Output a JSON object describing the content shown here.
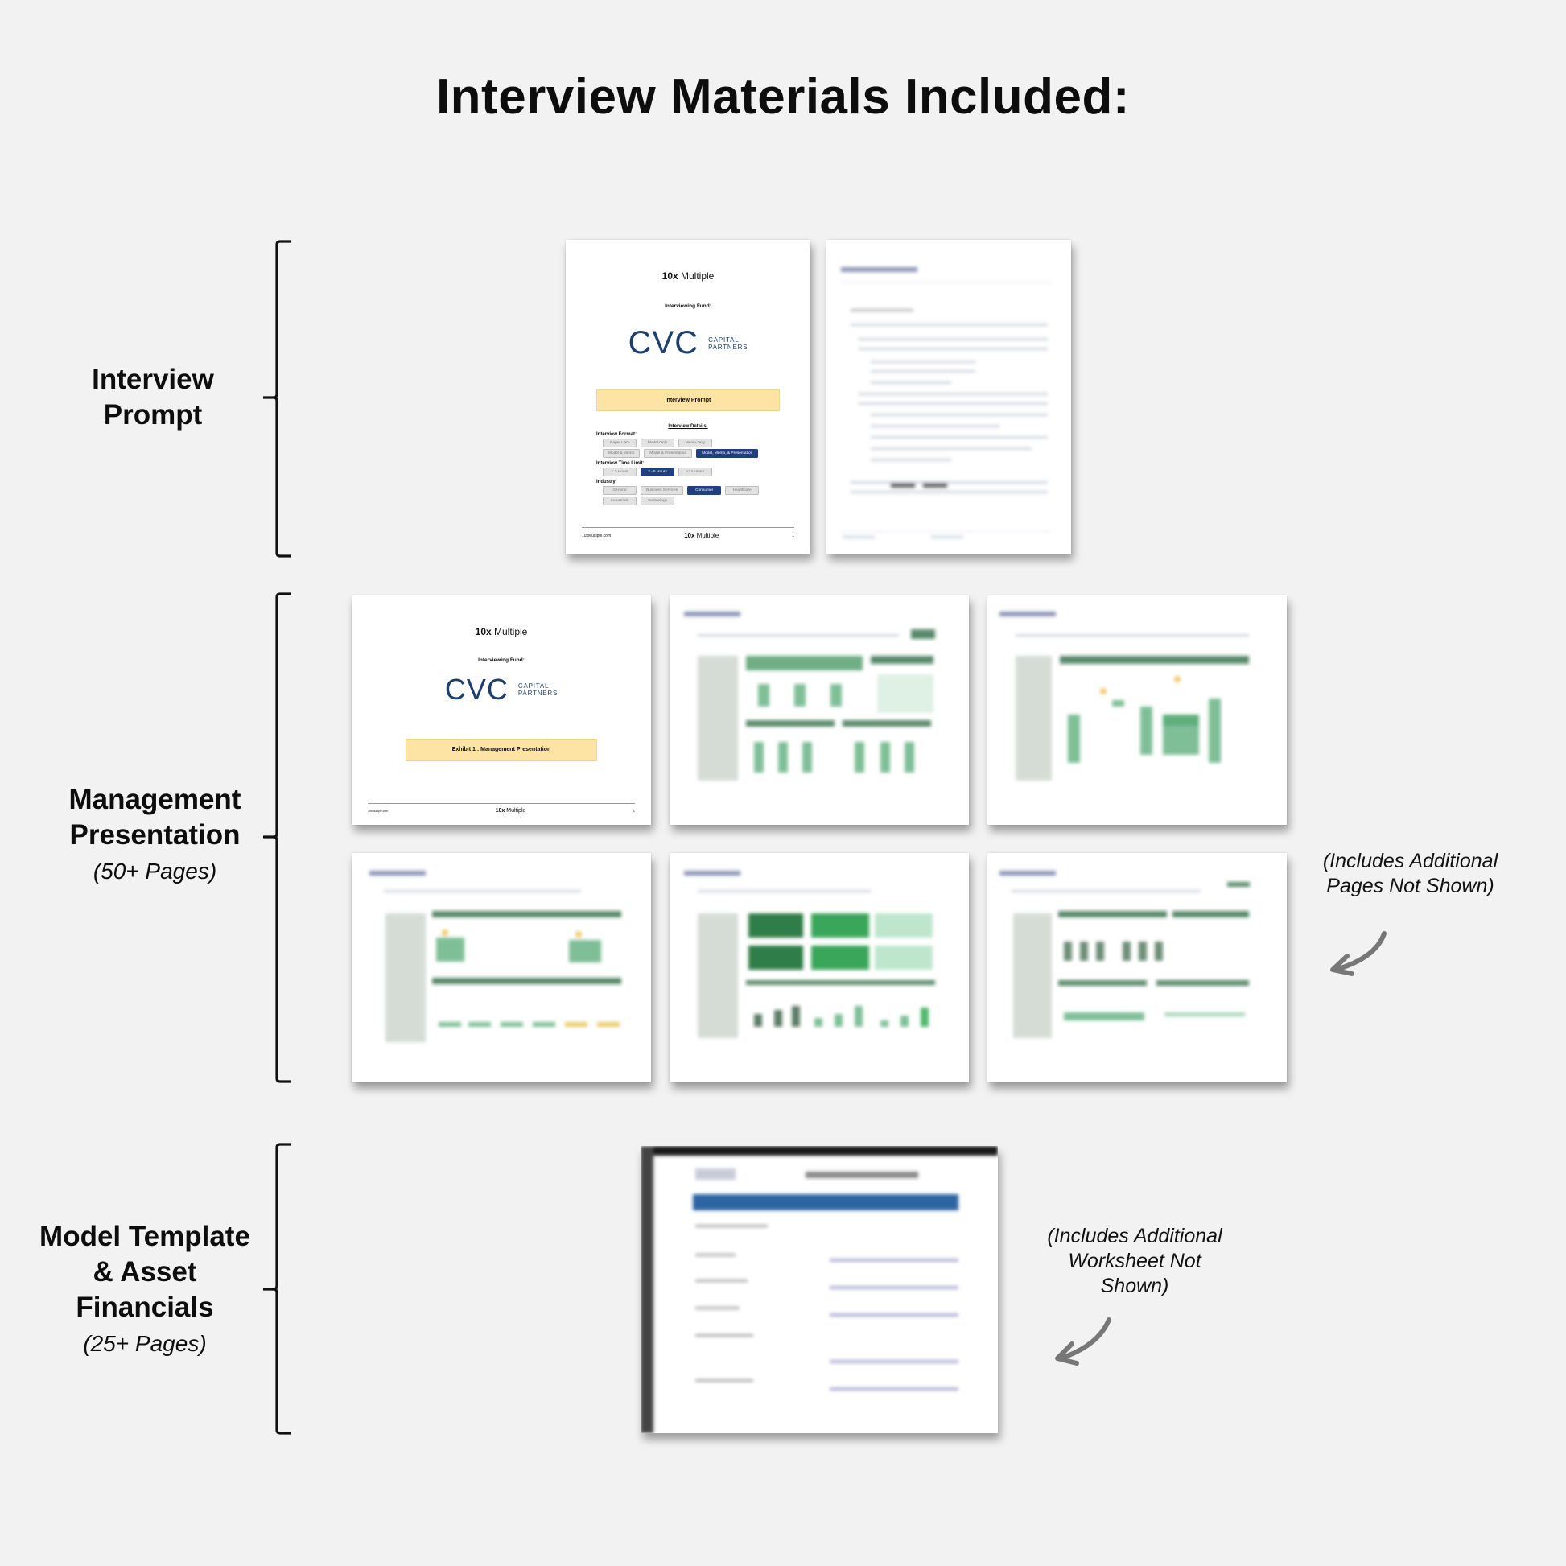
{
  "title": "Interview Materials Included:",
  "sections": [
    {
      "label_line1": "Interview",
      "label_line2": "Prompt",
      "sub": ""
    },
    {
      "label_line1": "Management",
      "label_line2": "Presentation",
      "sub": "(50+ Pages)"
    },
    {
      "label_line1": "Model Template",
      "label_line2": "& Asset",
      "label_line3": "Financials",
      "sub": "(25+ Pages)"
    }
  ],
  "notes": {
    "presentation": "(Includes Additional Pages Not Shown)",
    "model_line1": "(Includes Additional",
    "model_line2": "Worksheet Not",
    "model_line3": "Shown)"
  },
  "cover": {
    "brand_bold": "10x",
    "brand_rest": " Multiple",
    "fund_label": "Interviewing Fund:",
    "fund_big": "CVC",
    "fund_small_1": "CAPITAL",
    "fund_small_2": "PARTNERS",
    "prompt_banner": "Interview Prompt",
    "presentation_banner": "Exhibit 1 : Management Presentation",
    "details_head": "Interview Details:",
    "format_label": "Interview Format:",
    "format_options_row1": [
      "Paper LBO",
      "Model Only",
      "Memo Only"
    ],
    "format_options_row2": [
      "Model & Memo",
      "Model & Presentation",
      "Model, Memo, & Presentation"
    ],
    "format_selected": "Model, Memo, & Presentation",
    "time_label": "Interview Time Limit:",
    "time_options": [
      "< 2 Hours",
      "2 - 5 Hours",
      "<24 Hours"
    ],
    "time_selected": "2 - 5 Hours",
    "industry_label": "Industry:",
    "industry_row1": [
      "General",
      "Business Services",
      "Consumer",
      "Healthcare"
    ],
    "industry_row2": [
      "Industrials",
      "Technology"
    ],
    "industry_selected": "Consumer",
    "footer_left": "10xMultiple.com",
    "footer_mid_bold": "10x",
    "footer_mid_rest": " Multiple",
    "footer_page": "1"
  },
  "colors": {
    "background": "#f2f2f2",
    "brand_navy": "#1d3f6e",
    "selected_chip": "#1f3f7e",
    "banner_yellow": "#fde4a5",
    "chart_green": "#7fbf98",
    "arrow_gray": "#777777"
  }
}
